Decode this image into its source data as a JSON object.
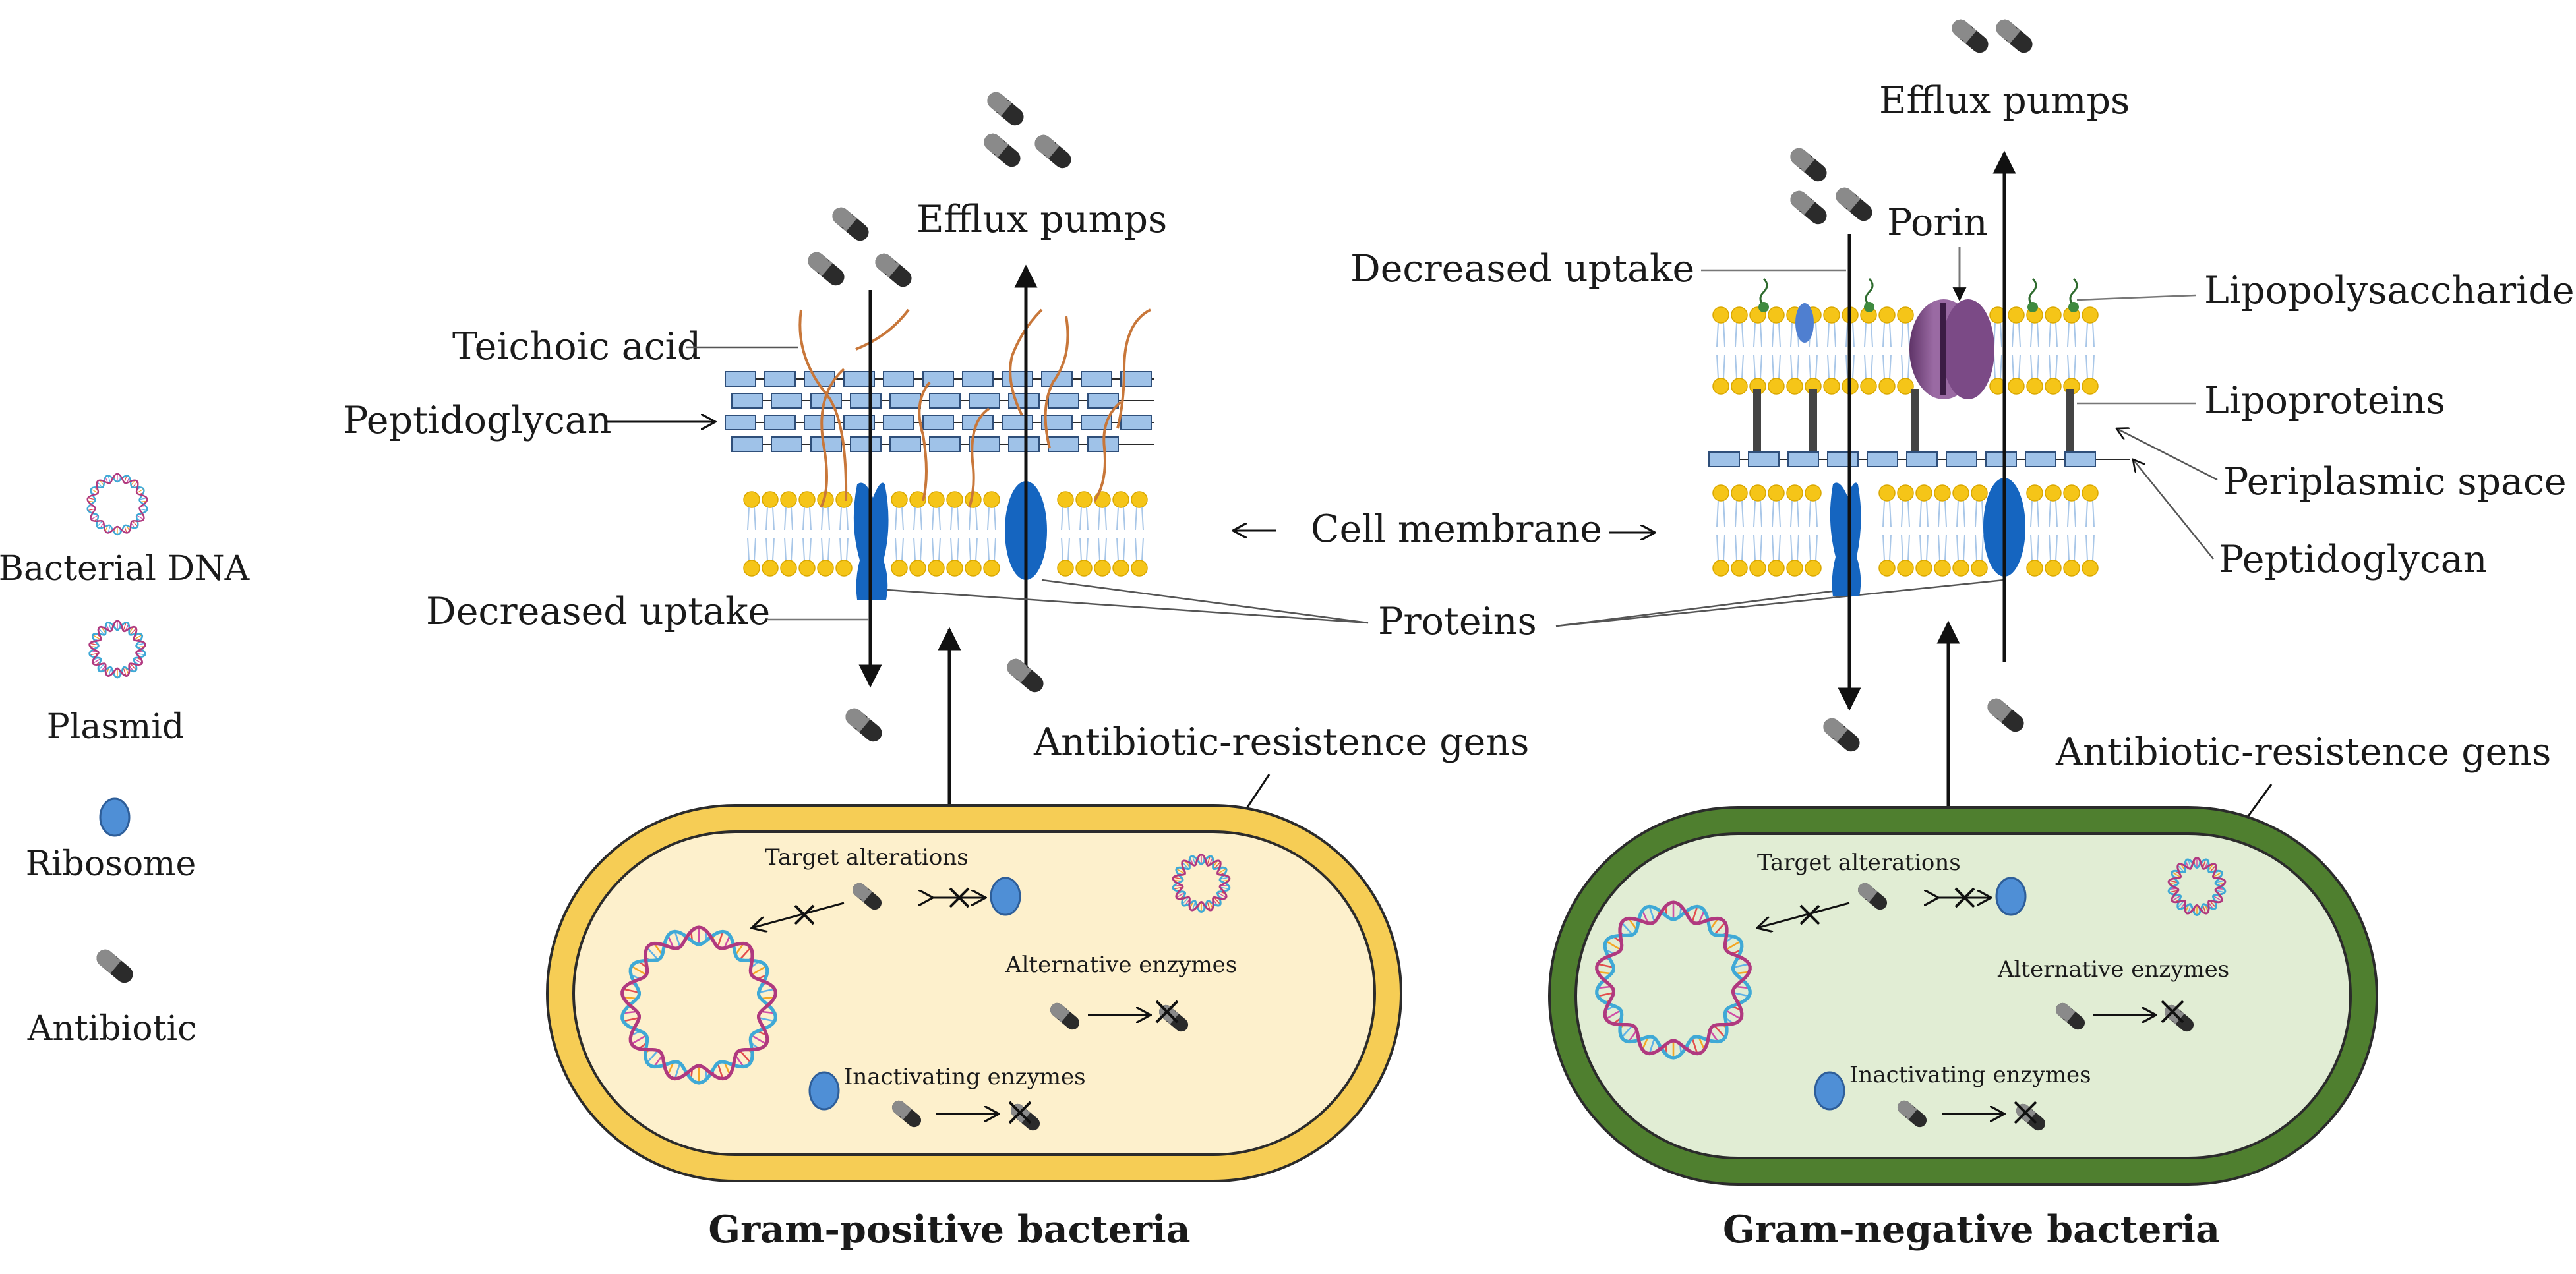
{
  "legend": {
    "bacterial_dna": "Bacterial DNA",
    "plasmid": "Plasmid",
    "ribosome": "Ribosome",
    "antibiotic": "Antibiotic"
  },
  "gram_positive": {
    "title": "Gram-positive bacteria",
    "efflux_pumps": "Efflux pumps",
    "teichoic_acid": "Teichoic acid",
    "peptidoglycan": "Peptidoglycan",
    "decreased_uptake": "Decreased uptake",
    "resistance_genes": "Antibiotic-resistence gens",
    "target_alterations": "Target alterations",
    "alternative_enzymes": "Alternative enzymes",
    "inactivating_enzymes": "Inactivating enzymes"
  },
  "gram_negative": {
    "title": "Gram-negative bacteria",
    "efflux_pumps": "Efflux pumps",
    "decreased_uptake": "Decreased uptake",
    "porin": "Porin",
    "lipopolysaccharides": "Lipopolysaccharides",
    "lipoproteins": "Lipoproteins",
    "periplasmic_space": "Periplasmic space",
    "peptidoglycan": "Peptidoglycan",
    "resistance_genes": "Antibiotic-resistence gens",
    "target_alterations": "Target alterations",
    "alternative_enzymes": "Alternative enzymes",
    "inactivating_enzymes": "Inactivating enzymes"
  },
  "shared": {
    "cell_membrane": "Cell membrane",
    "proteins": "Proteins"
  },
  "colors": {
    "lipid_head": "#f5c518",
    "peptidoglycan_block": "#9fc2e8",
    "membrane_protein": "#1565c0",
    "gram_positive_wall": "#f6cd55",
    "gram_positive_fill": "#fdf0cc",
    "gram_negative_wall": "#4f7f2f",
    "gram_negative_fill": "#e1edd4",
    "porin": "#7b4a86",
    "ribosome": "#4f8fd6",
    "teichoic_acid": "#c8773a"
  }
}
